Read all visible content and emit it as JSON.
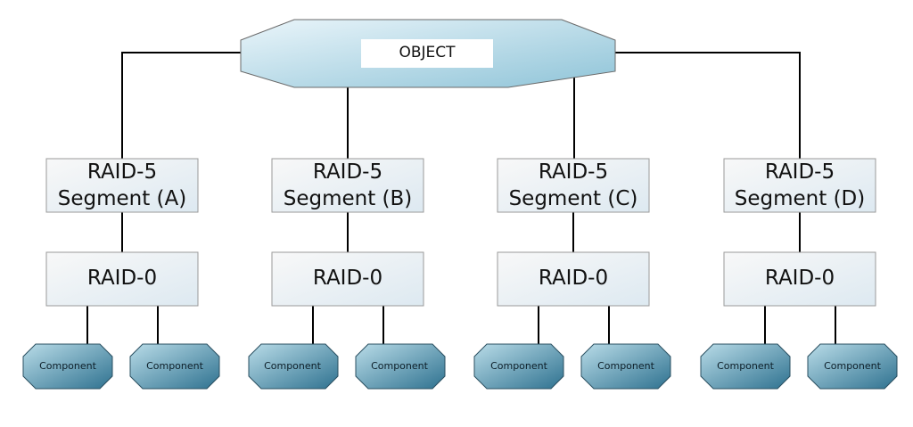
{
  "object": {
    "label": "OBJECT"
  },
  "segments": [
    {
      "line1": "RAID-5",
      "line2": "Segment (A)",
      "raid0": "RAID-0",
      "components": [
        "Component",
        "Component"
      ]
    },
    {
      "line1": "RAID-5",
      "line2": "Segment (B)",
      "raid0": "RAID-0",
      "components": [
        "Component",
        "Component"
      ]
    },
    {
      "line1": "RAID-5",
      "line2": "Segment (C)",
      "raid0": "RAID-0",
      "components": [
        "Component",
        "Component"
      ]
    },
    {
      "line1": "RAID-5",
      "line2": "Segment (D)",
      "raid0": "RAID-0",
      "components": [
        "Component",
        "Component"
      ]
    }
  ],
  "colors": {
    "object_fill_light": "#eaf5fa",
    "object_fill_dark": "#8fc4d8",
    "box_fill_light": "#f8f8f8",
    "box_fill_dark": "#dde9f1",
    "component_fill_light": "#b9dce8",
    "component_fill_dark": "#2f7290",
    "line": "#000000"
  }
}
